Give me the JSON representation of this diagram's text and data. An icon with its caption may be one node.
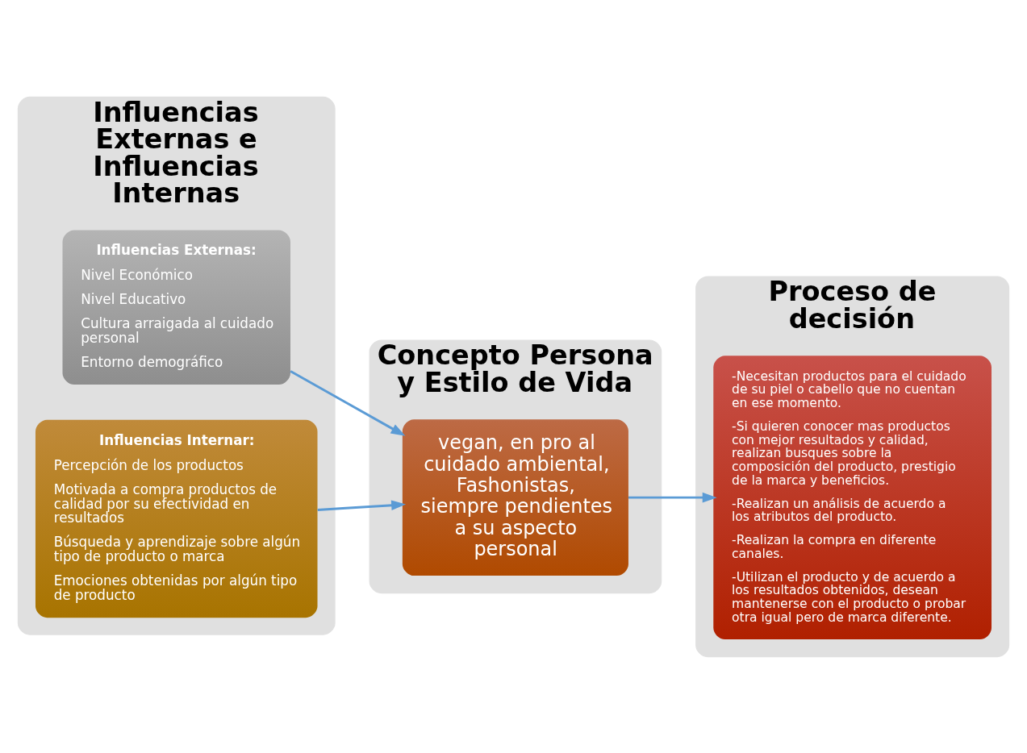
{
  "diagram": {
    "nodes": [
      {
        "text": [
          "Influencias Externas e Influencias Internas"
        ]
      },
      {
        "text": [
          "Influencias Externas:",
          "Nivel Económico",
          "Nivel Educativo",
          "Cultura arraigada al cuidado personal",
          "Entorno demográfico"
        ],
        "in": 0
      },
      {
        "text": [
          "Influencias Internar:",
          "Percepción de los productos",
          "Motivada a compra productos de calidad por su efectividad en resultados",
          "Búsqueda y aprendizaje sobre algún tipo de producto o marca",
          "Emociones obtenidas por algún tipo de producto"
        ],
        "in": 0
      },
      {
        "text": [
          "Concepto Persona y Estilo de Vida"
        ]
      },
      {
        "text": [
          "vegan, en pro al cuidado ambiental, Fashonistas, siempre pendientes a su aspecto personal"
        ],
        "in": 3
      },
      {
        "text": [
          "Proceso de decisión"
        ]
      },
      {
        "text": [
          "-Necesitan productos para el cuidado de su piel o cabello que no cuentan en ese momento.",
          "-Si quieren conocer mas productos con mejor resultados y calidad, realizan busques sobre la composición del producto, prestigio de la marca y beneficios.",
          "-Realizan un análisis de acuerdo a los atributos del producto.",
          "-Realizan la compra en diferente canales.",
          "-Utilizan el producto y de acuerdo a los resultados obtenidos, desean mantenerse con el producto o probar otra igual pero de marca diferente."
        ],
        "in": 5
      }
    ],
    "edges": [
      {
        "from": 1,
        "to": 4,
        "arrow": "to"
      },
      {
        "from": 2,
        "to": 4,
        "arrow": "to"
      },
      {
        "from": 4,
        "to": 6,
        "arrow": "to"
      }
    ]
  }
}
